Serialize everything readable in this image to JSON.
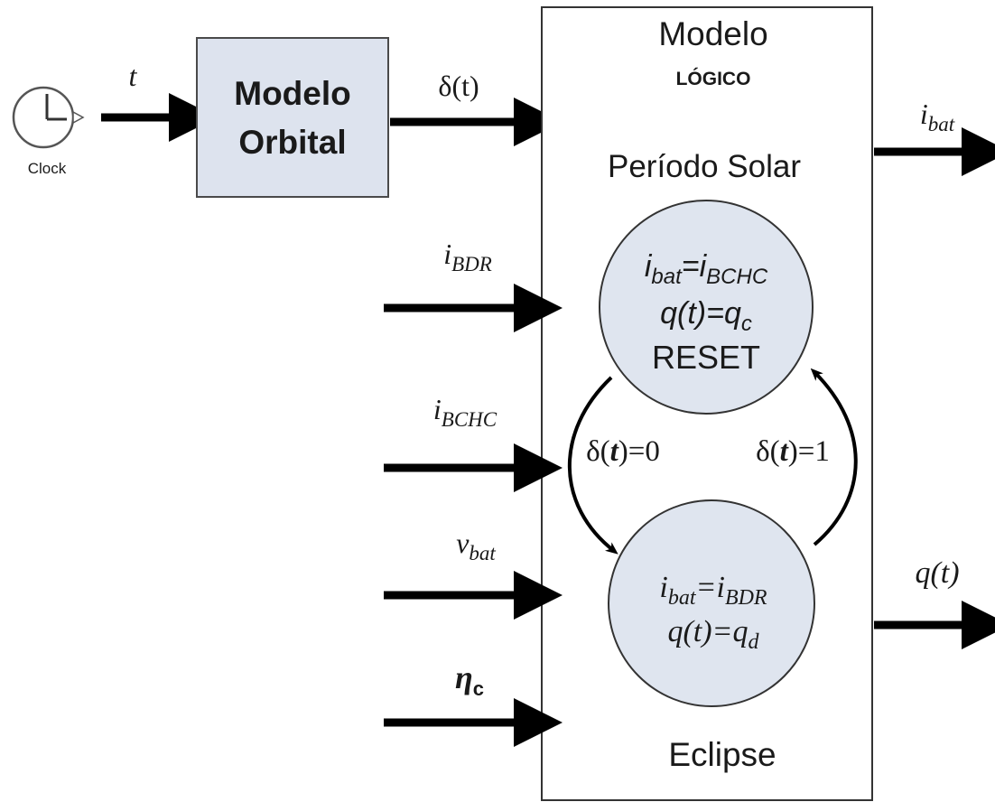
{
  "clock": {
    "label": "Clock"
  },
  "orbital": {
    "line1": "Modelo",
    "line2": "Orbital"
  },
  "logic": {
    "title_line1": "Modelo",
    "title_line2": "LÓGICO",
    "solar_label": "Período Solar",
    "eclipse_label": "Eclipse"
  },
  "state_solar": {
    "eq1_lhs": "i",
    "eq1_lhs_sub": "bat",
    "eq1_eq": "=",
    "eq1_rhs": "i",
    "eq1_rhs_sub": "BCHC",
    "eq2_lhs": "q(t)=q",
    "eq2_sub": "c",
    "reset": "RESET"
  },
  "state_eclipse": {
    "eq1_lhs": "i",
    "eq1_lhs_sub": "bat",
    "eq1_eq": "=",
    "eq1_rhs": "i",
    "eq1_rhs_sub": "BDR",
    "eq2_lhs": "q(t)=q",
    "eq2_sub": "d"
  },
  "transitions": {
    "to_eclipse": {
      "delta": "δ(",
      "t": "t",
      "rest": ")=0"
    },
    "to_solar": {
      "delta": "δ(",
      "t": "t",
      "rest": ")=1"
    }
  },
  "signals": {
    "t": "t",
    "delta": "δ(t)",
    "i_bdr": {
      "base": "i",
      "sub": "BDR"
    },
    "i_bchc": {
      "base": "i",
      "sub": "BCHC"
    },
    "v_bat": {
      "base": "v",
      "sub": "bat"
    },
    "eta_c": {
      "base": "η",
      "sub": "c"
    },
    "i_bat_out": {
      "base": "i",
      "sub": "bat"
    },
    "q_out": "q(t)"
  },
  "colors": {
    "block_fill": "#dde3ee",
    "state_fill": "#dfe5ef",
    "line": "#000000"
  },
  "icons": {
    "clock": "clock-icon",
    "arrow": "arrow-right-icon"
  }
}
